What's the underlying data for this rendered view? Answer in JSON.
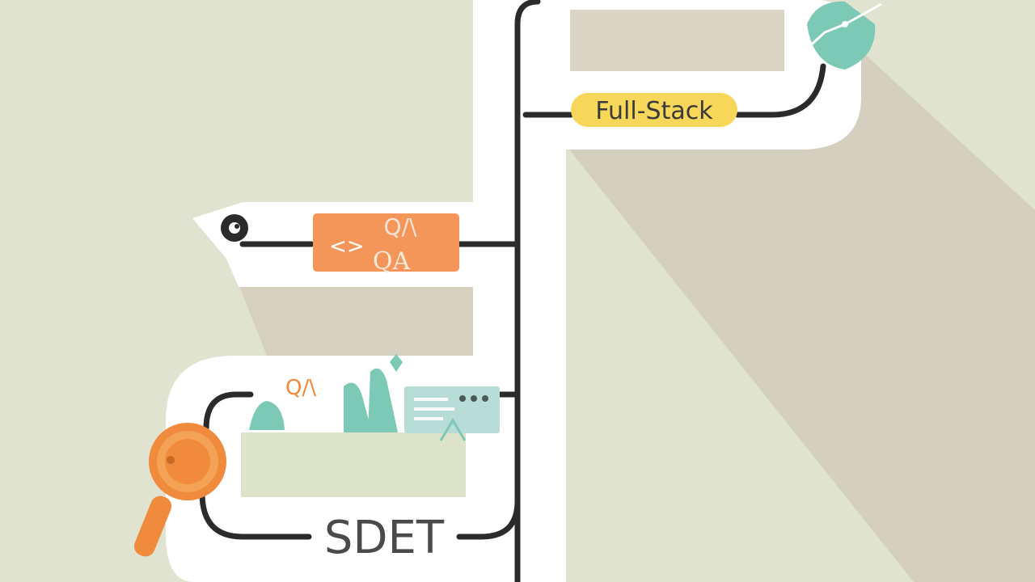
{
  "labels": {
    "fullstack": "Full-Stack",
    "qa": "QA",
    "qa_scribble": "Q/\\",
    "sdet": "SDET",
    "sdet_scribble": "Q/\\"
  },
  "colors": {
    "background": "#dfe3cf",
    "shadow": "#d3cfbe",
    "road": "#ffffff",
    "line": "#2b2b2b",
    "fullstack_badge": "#f6d75a",
    "qa_badge": "#f4965a",
    "magnifier": "#f08a3c",
    "teal": "#7cc9b5",
    "panel": "#dde3c9"
  },
  "icons": [
    "target-eye-icon",
    "code-brackets-icon",
    "magnifier-icon",
    "teal-leaf-icon",
    "chart-card-icon",
    "teal-shapes-icon"
  ]
}
